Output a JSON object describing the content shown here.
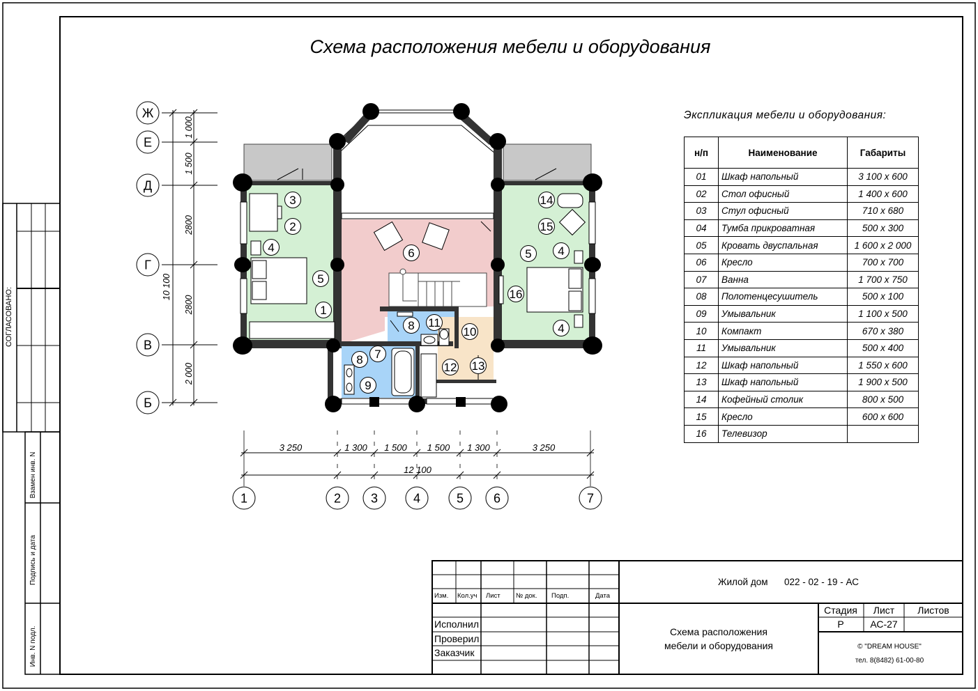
{
  "title": "Схема расположения мебели и оборудования",
  "side_stamp": {
    "agreed": "СОГЛАСОВАНО:",
    "replace_inv": "Взамен инв. N",
    "sign_date": "Подпись и дата",
    "inv_orig": "Инв. N подл."
  },
  "axes_letters": [
    "Ж",
    "Е",
    "Д",
    "Г",
    "В",
    "Б"
  ],
  "axes_numbers": [
    "1",
    "2",
    "3",
    "4",
    "5",
    "6",
    "7"
  ],
  "vertical_dims": [
    "1 000",
    "1 500",
    "2800",
    "2800",
    "2 000"
  ],
  "vertical_total": "10 100",
  "horizontal_dims": [
    "3 250",
    "1 300",
    "1 500",
    "1 500",
    "1 300",
    "3 250"
  ],
  "horizontal_total": "12 100",
  "plan_marks": [
    "1",
    "2",
    "3",
    "4",
    "5",
    "6",
    "7",
    "8",
    "9",
    "10",
    "11",
    "12",
    "13",
    "4",
    "5",
    "8",
    "14",
    "15",
    "4",
    "16"
  ],
  "explication": {
    "title": "Экспликация мебели и оборудования:",
    "headers": [
      "н/п",
      "Наименование",
      "Габариты"
    ],
    "rows": [
      [
        "01",
        "Шкаф напольный",
        "3 100 х 600"
      ],
      [
        "02",
        "Стол офисный",
        "1 400 х 600"
      ],
      [
        "03",
        "Стул офисный",
        "710 х 680"
      ],
      [
        "04",
        "Тумба прикроватная",
        "500 х 300"
      ],
      [
        "05",
        "Кровать двуспальная",
        "1 600 х 2 000"
      ],
      [
        "06",
        "Кресло",
        "700 х 700"
      ],
      [
        "07",
        "Ванна",
        "1 700 х 750"
      ],
      [
        "08",
        "Полотенцесушитель",
        "500 х 100"
      ],
      [
        "09",
        "Умывальник",
        "1 100 х 500"
      ],
      [
        "10",
        "Компакт",
        "670 х 380"
      ],
      [
        "11",
        "Умывальник",
        "500 х 400"
      ],
      [
        "12",
        "Шкаф напольный",
        "1 550 х 600"
      ],
      [
        "13",
        "Шкаф напольный",
        "1 900 х 500"
      ],
      [
        "14",
        "Кофейный столик",
        "800 х 500"
      ],
      [
        "15",
        "Кресло",
        "600 х 600"
      ],
      [
        "16",
        "Телевизор",
        ""
      ]
    ]
  },
  "title_block": {
    "col_headers": [
      "Изм.",
      "Кол.уч",
      "Лист",
      "№ док.",
      "Подп.",
      "Дата"
    ],
    "performed": "Исполнил",
    "checked": "Проверил",
    "customer": "Заказчик",
    "project_name": "Жилой дом",
    "project_code": "022 - 02 - 19 - АС",
    "sheet_title_1": "Схема расположения",
    "sheet_title_2": "мебели и оборудования",
    "stage_label": "Стадия",
    "sheet_label": "Лист",
    "sheets_label": "Листов",
    "stage_value": "Р",
    "sheet_value": "АС-27",
    "sheets_value": "",
    "company": "© \"DREAM HOUSE\"",
    "phone": "тел. 8(8482) 61-00-80"
  },
  "colors": {
    "bedroom": "#d4f0d4",
    "hall": "#f2cccc",
    "bathroom": "#a8d4f8",
    "storage": "#f8e4c8",
    "balcony": "#c8c8c8"
  }
}
